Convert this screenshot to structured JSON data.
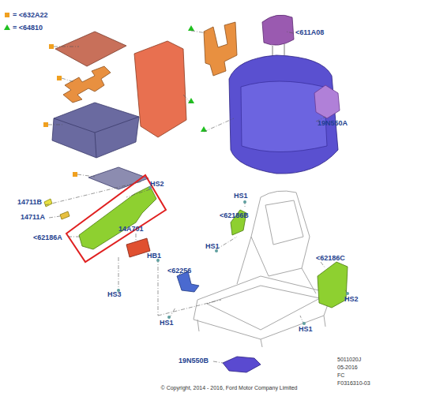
{
  "diagram": {
    "labels": [
      "<611A08",
      "19N550A",
      "HS2",
      "14711B",
      "14711A",
      "<62186A",
      "14A701",
      "HB1",
      "<62256",
      "HS3",
      "HS1",
      "<62186B",
      "HS1",
      "<62186C",
      "HS2",
      "HS1",
      "HS1",
      "19N550B",
      "5011020J",
      "05-2016",
      "FC",
      "F0316310-03",
      "© Copyright, 2014 - 2016, Ford Motor Company Limited"
    ],
    "legend": [
      {
        "text": "= <632A22",
        "color": "#f0a020"
      },
      {
        "text": "= <64810"
      }
    ]
  }
}
